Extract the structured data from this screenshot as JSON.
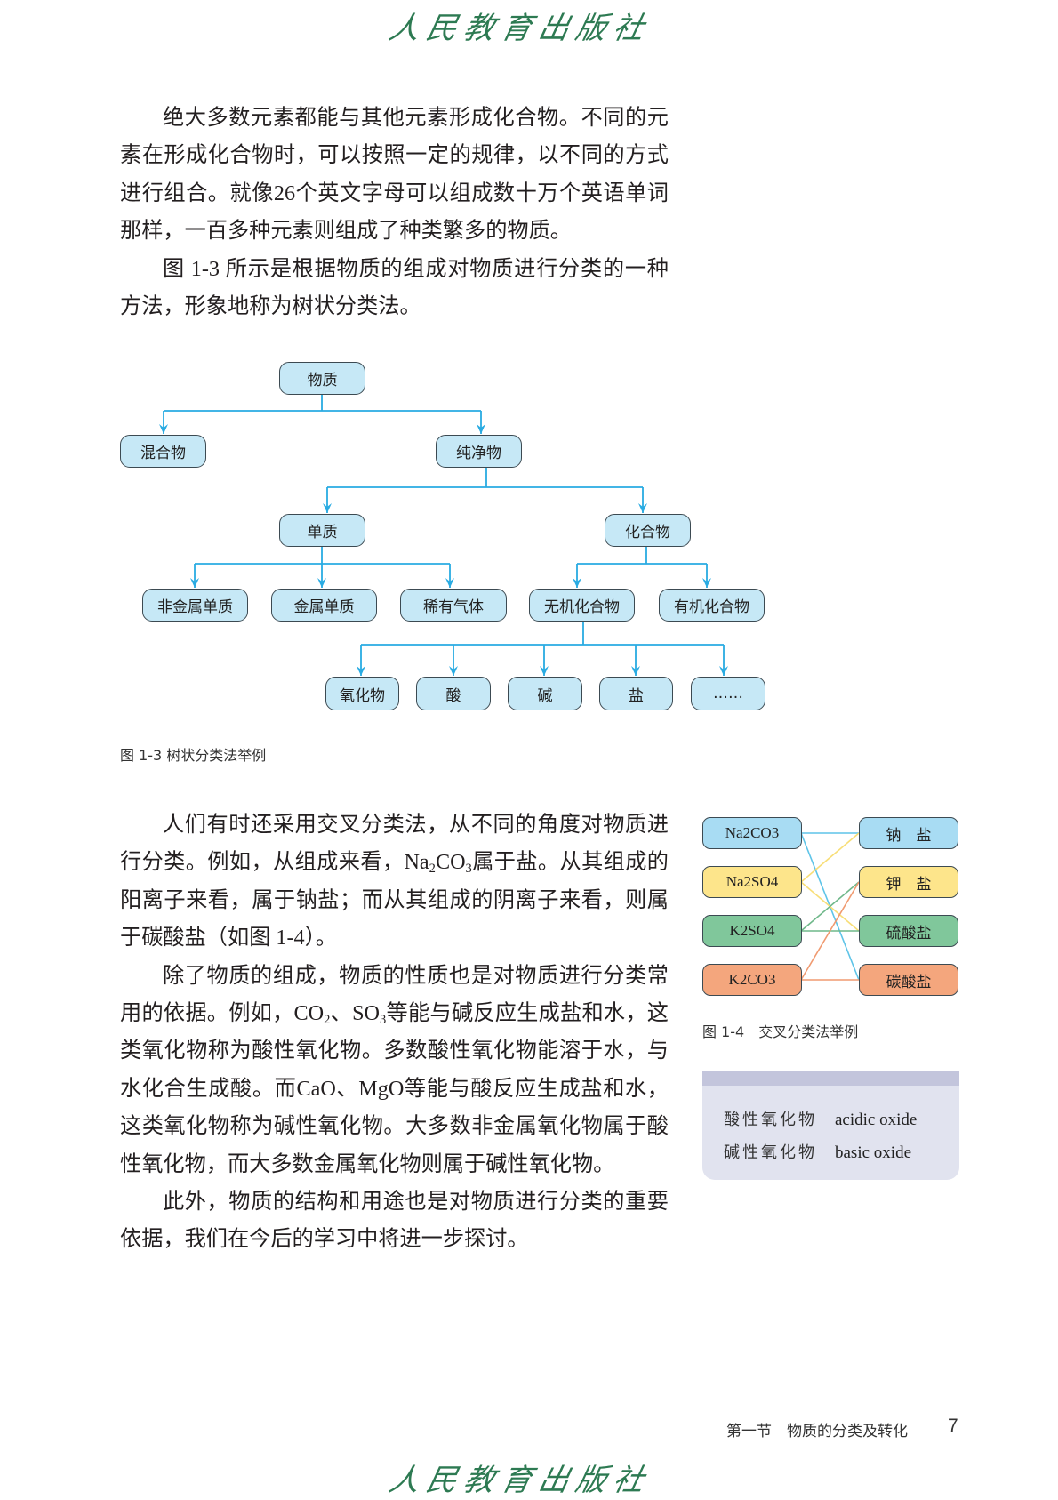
{
  "header": {
    "publisher_logo": "人民教育出版社"
  },
  "intro": {
    "paragraphs": [
      [
        "绝大多数元素都能与其他元素形成化合物。不同的元",
        "素在形成化合物时，可以按照一定的规律，以不同的方式",
        "进行组合。就像26个英文字母可以组成数十万个英语单词",
        "那样，一百多种元素则组成了种类繁多的物质。"
      ],
      [
        "图 1-3 所示是根据物质的组成对物质进行分类的一种",
        "方法，形象地称为树状分类法。"
      ]
    ]
  },
  "tree_figure": {
    "nodes": {
      "substance": "物质",
      "mixture": "混合物",
      "pure": "纯净物",
      "element": "单质",
      "compound": "化合物",
      "nonmetal": "非金属单质",
      "metal": "金属单质",
      "noble_gas": "稀有气体",
      "inorganic": "无机化合物",
      "organic": "有机化合物",
      "oxide": "氧化物",
      "acid": "酸",
      "base": "碱",
      "salt": "盐",
      "etc": "……"
    },
    "caption": "图 1-3  树状分类法举例",
    "line_color": "#29abe2",
    "node_color": "#c6e8f6"
  },
  "body": {
    "paragraphs": [
      [
        "人们有时还采用交叉分类法，从不同的角度对物质进",
        "行分类。例如，从组成来看，Na2CO3属于盐。从其组成的",
        "阳离子来看，属于钠盐；而从其组成的阴离子来看，则属",
        "于碳酸盐（如图 1-4）。"
      ],
      [
        "除了物质的组成，物质的性质也是对物质进行分类常",
        "用的依据。例如，CO2、SO3等能与碱反应生成盐和水，这",
        "类氧化物称为酸性氧化物。多数酸性氧化物能溶于水，与",
        "水化合生成酸。而CaO、MgO等能与酸反应生成盐和水，",
        "这类氧化物称为碱性氧化物。大多数非金属氧化物属于酸",
        "性氧化物，而大多数金属氧化物则属于碱性氧化物。"
      ],
      [
        "此外，物质的结构和用途也是对物质进行分类的重要",
        "依据，我们在今后的学习中将进一步探讨。"
      ]
    ]
  },
  "cross_figure": {
    "left": [
      {
        "label": "Na2CO3",
        "color": "#a8dcf3"
      },
      {
        "label": "Na2SO4",
        "color": "#fde58b"
      },
      {
        "label": "K2SO4",
        "color": "#80c79b"
      },
      {
        "label": "K2CO3",
        "color": "#f4a67d"
      }
    ],
    "right": [
      {
        "label": "钠　盐",
        "color": "#a8dcf3"
      },
      {
        "label": "钾　盐",
        "color": "#fde58b"
      },
      {
        "label": "硫酸盐",
        "color": "#80c79b"
      },
      {
        "label": "碳酸盐",
        "color": "#f4a67d"
      }
    ],
    "caption": "图 1-4　交叉分类法举例"
  },
  "glossary": {
    "terms": [
      {
        "zh": "酸性氧化物",
        "en": "acidic oxide"
      },
      {
        "zh": "碱性氧化物",
        "en": "basic oxide"
      }
    ]
  },
  "footer": {
    "section": "第一节　物质的分类及转化",
    "page_number": "7",
    "publisher_logo": "人民教育出版社"
  }
}
